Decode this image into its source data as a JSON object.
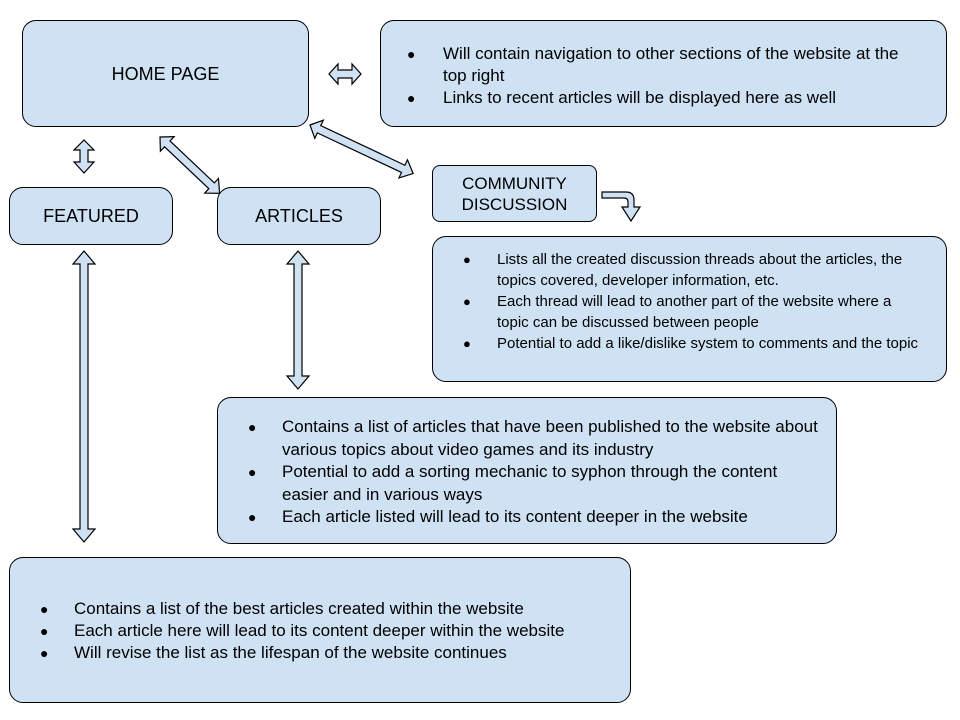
{
  "colors": {
    "box_fill": "#cfe2f3",
    "stroke": "#000000",
    "background": "#ffffff"
  },
  "nodes": {
    "home_page": "HOME PAGE",
    "featured": "FEATURED",
    "articles": "ARTICLES",
    "community_line1": "COMMUNITY",
    "community_line2": "DISCUSSION"
  },
  "bullet_symbol": "●",
  "notes": {
    "home": [
      "Will contain navigation to other sections of the website at the top right",
      "Links to recent articles will be displayed here as well"
    ],
    "community": [
      "Lists all the created discussion threads about the articles, the topics covered, developer information, etc.",
      "Each thread will lead to another part of the website where a topic can be discussed between people",
      "Potential to add a like/dislike system to comments and the topic"
    ],
    "articles": [
      "Contains a list of articles that have been published to the website about various topics about video games and its industry",
      "Potential to add a sorting mechanic to syphon through the content easier and in various ways",
      "Each article listed will lead to its content deeper in the website"
    ],
    "featured": [
      "Contains a list of the best articles created within the website",
      "Each article here will lead to its content deeper within the website",
      "Will revise the list as the lifespan of the website continues"
    ]
  }
}
